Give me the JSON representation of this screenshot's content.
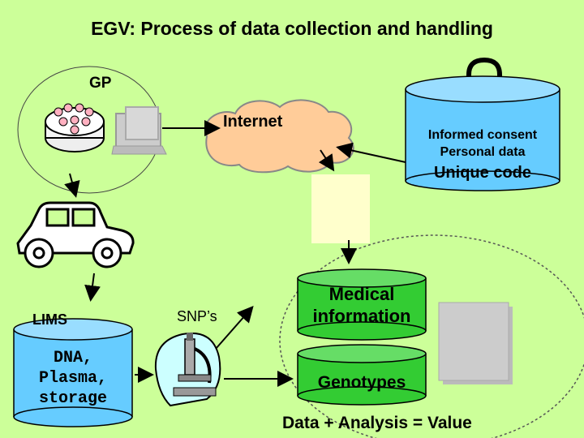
{
  "title": "EGV: Process of data collection and handling",
  "labels": {
    "gp": "GP",
    "internet": "Internet",
    "informed_consent": "Informed consent",
    "personal_data": "Personal data",
    "unique_code": "Unique code",
    "lims": "LIMS",
    "snps": "SNP’s",
    "medical_info_line1": "Medical",
    "medical_info_line2": "information",
    "dna_line1": "DNA,",
    "dna_line2": "Plasma,",
    "dna_line3": "storage",
    "genotypes": "Genotypes",
    "equation": "Data + Analysis = Value"
  },
  "colors": {
    "background": "#ccff99",
    "cylinder_blue": "#66ccff",
    "cylinder_green": "#33cc33",
    "cloud": "#ffcc99",
    "doc": "#ffffcc"
  },
  "icons": [
    "padlock-icon",
    "blood-tubes-icon",
    "computer-icon",
    "car-icon",
    "microscope-icon"
  ]
}
